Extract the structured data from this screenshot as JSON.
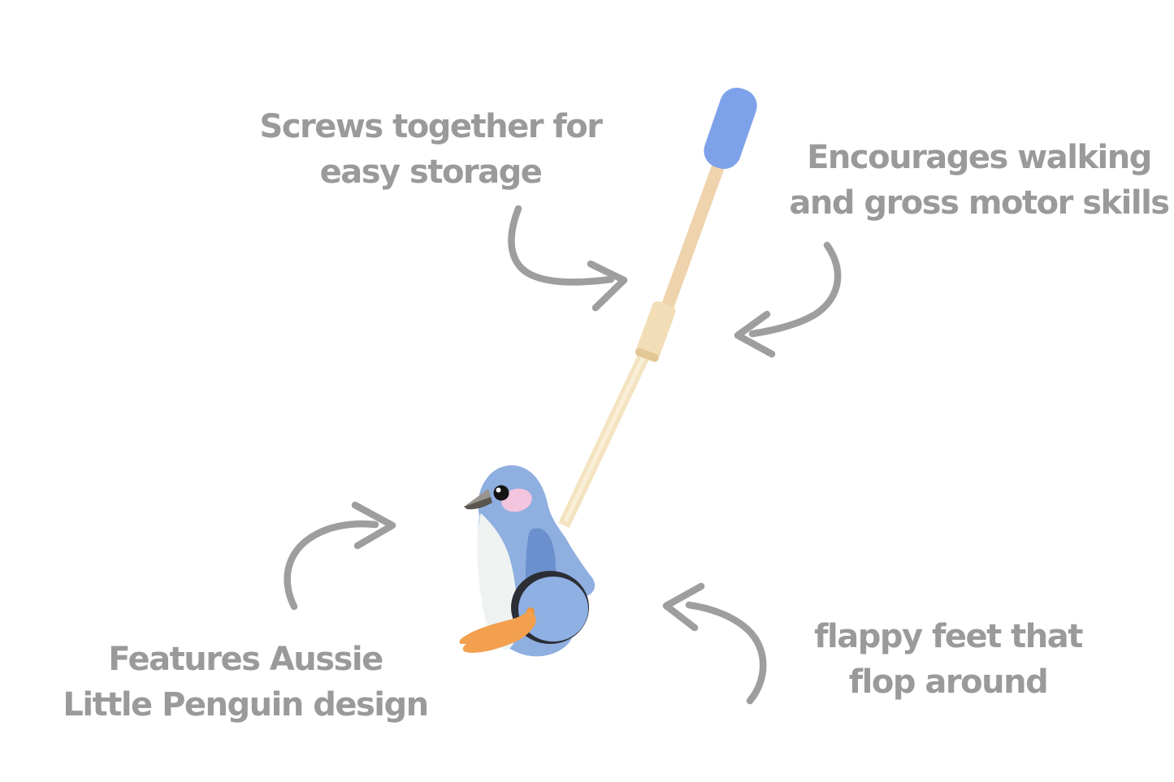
{
  "page": {
    "background_color": "#ffffff",
    "description": "Product infographic of a wooden push-along penguin toy with four annotated features"
  },
  "annotation_style": {
    "text_color": "#9a9a9a",
    "arrow_color": "#9e9e9e"
  },
  "annotations": {
    "screws_together": {
      "line1": "Screws together for",
      "line2": "easy storage"
    },
    "encourages_walking": {
      "line1": "Encourages walking",
      "line2": "and gross motor skills"
    },
    "aussie_design": {
      "line1": "Features Aussie",
      "line2": "Little Penguin design"
    },
    "flappy_feet": {
      "line1": "flappy feet that",
      "line2": "flop around"
    }
  },
  "toy": {
    "name": "Little Penguin push-along toy",
    "colors": {
      "handle_blue": "#7da2e9",
      "handle_blue_edge": "#6f95de",
      "stick_upper_wood": "#efd3ac",
      "stick_lower_wood": "#f3e3c0",
      "stick_highlight": "#f9efd8",
      "joint_collar": "#f2deb6",
      "joint_collar_shade": "#e3c795",
      "penguin_body": "#8fafe0",
      "penguin_body_edge": "#7da0d8",
      "penguin_wing": "#6a90ce",
      "penguin_belly": "#eef3f1",
      "cheek_pink": "#f3c4de",
      "beak_upper": "#98948e",
      "beak_lower": "#5a564e",
      "eye_black": "#141414",
      "eye_highlight": "#ffffff",
      "wheel_face": "#8fb0e2",
      "wheel_rim": "#2c2e36",
      "foot_orange": "#f2a04e",
      "foot_peg": "#e8943e"
    }
  }
}
